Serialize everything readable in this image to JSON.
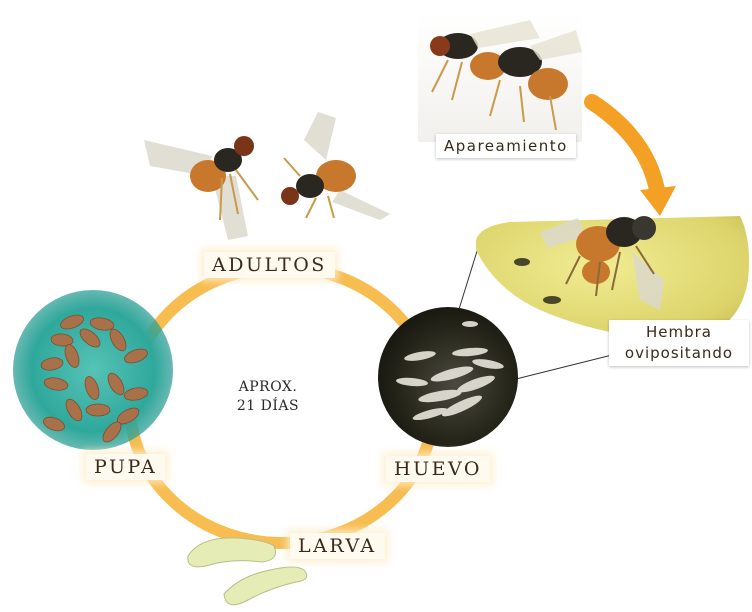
{
  "stages": {
    "adults": "ADULTOS",
    "pupa": "PUPA",
    "egg": "HUEVO",
    "larva": "LARVA"
  },
  "cycle_duration": {
    "line1": "APROX.",
    "line2": "21 DÍAS"
  },
  "events": {
    "mating": "Apareamiento",
    "oviposition_line1": "Hembra",
    "oviposition_line2": "ovipositando"
  },
  "colors": {
    "cycle_ring": "#f6b233",
    "arrow": "#f3a024",
    "pupa_background": "#2fa89c",
    "pupa": "#a8714a",
    "egg_background": "#2b2a22",
    "egg": "#e8e6dc",
    "fruit": "#e8e27a",
    "larva": "#e6ecb6",
    "fly_body": "#c8782c",
    "fly_thorax": "#2a2620"
  },
  "icons": {
    "adult_flies": "fruit-fly-pair-icon",
    "mating_flies": "mating-flies-icon",
    "oviposition": "fly-on-fruit-icon",
    "pupae": "pupae-cluster-icon",
    "eggs": "eggs-cluster-icon",
    "larvae": "larvae-icon"
  }
}
